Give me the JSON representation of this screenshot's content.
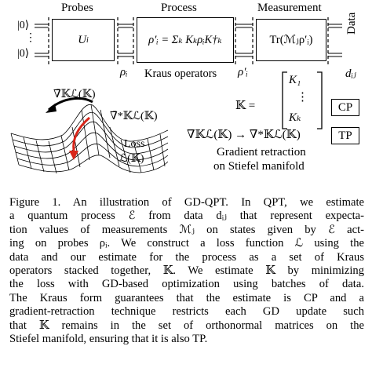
{
  "figure": {
    "headers": {
      "probes": "Probes",
      "process": "Process",
      "measurement": "Measurement"
    },
    "kets": {
      "top": "|0⟩",
      "dots": "⋮",
      "bottom": "|0⟩"
    },
    "probe_box": "U",
    "probe_box_sub": "i",
    "process_box": "ρ′ᵢ = Σₖ KₖρᵢK†ₖ",
    "measure_box": "Tr(ℳⱼρ′ᵢ)",
    "data_label": "Data",
    "rho_i": "ρᵢ",
    "kraus_caption": "Kraus operators",
    "rho_i_prime": "ρ′ᵢ",
    "d_ij": "dᵢⱼ",
    "k_matrix_lhs": "𝕂 =",
    "k_matrix_entries": [
      "K₁",
      "⋮",
      "Kₖ"
    ],
    "cp_label": "CP",
    "tp_label": "TP",
    "retraction_formula": "∇̄𝕂ℒ(𝕂) → ∇̄*𝕂ℒ(𝕂)",
    "retraction_caption_1": "Gradient retraction",
    "retraction_caption_2": "on Stiefel manifold",
    "grad_label": "∇̄𝕂ℒ(𝕂)",
    "grad_star_label": "∇̄*𝕂ℒ(𝕂)",
    "loss_label_1": "Loss",
    "loss_label_2": "ℒ(𝕂)"
  },
  "caption_lines": [
    "Figure 1. An illustration of GD-QPT. In QPT, we estimate",
    "a quantum process ℰ from data dᵢⱼ that represent expecta-",
    "tion values of measurements ℳⱼ on states given by ℰ act-",
    "ing on probes ρᵢ. We construct a loss function ℒ using the",
    "data and our estimate for the process as a set of Kraus",
    "operators stacked together, 𝕂. We estimate 𝕂 by minimizing",
    "the loss with GD-based optimization using batches of data.",
    "The Kraus form guarantees that the estimate is CP and a",
    "gradient-retraction technique restricts each GD update such",
    "that 𝕂 remains in the set of orthonormal matrices on the",
    "Stiefel manifold, ensuring that it is also TP."
  ],
  "colors": {
    "arrow_black": "#000000",
    "arrow_red": "#d8261a"
  }
}
